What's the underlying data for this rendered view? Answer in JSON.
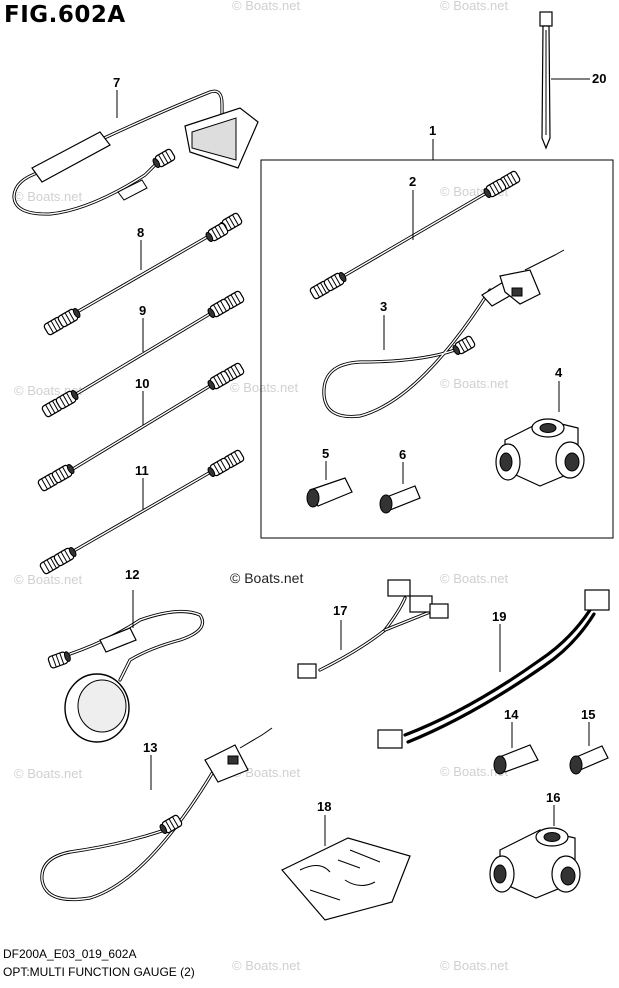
{
  "figure": {
    "title": "FIG.602A",
    "code": "DF200A_E03_019_602A",
    "caption": "OPT:MULTI FUNCTION GAUGE (2)"
  },
  "watermark": {
    "faint": "© Boats.net",
    "main": "© Boats.net"
  },
  "callouts": [
    "1",
    "2",
    "3",
    "4",
    "5",
    "6",
    "7",
    "8",
    "9",
    "10",
    "11",
    "12",
    "13",
    "14",
    "15",
    "16",
    "17",
    "18",
    "19",
    "20"
  ]
}
